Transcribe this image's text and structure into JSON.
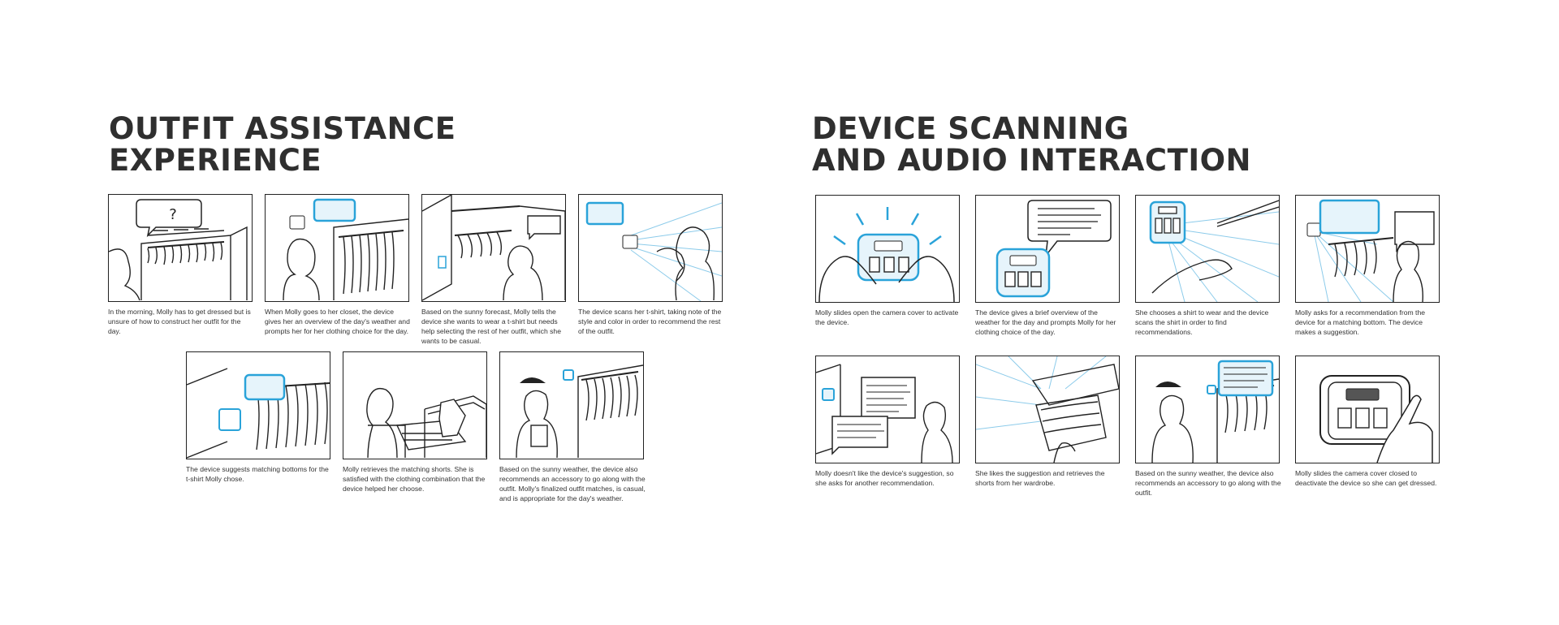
{
  "left": {
    "title": "OUTFIT ASSISTANCE\nEXPERIENCE",
    "panels": [
      {
        "caption": "In the morning, Molly has to get dressed but is unsure of how to construct her outfit for the day.",
        "bubble_text": "?"
      },
      {
        "caption": "When Molly goes to her closet, the device gives her an overview of the day's weather and prompts her for her clothing choice for the day."
      },
      {
        "caption": "Based on the sunny forecast, Molly tells the device she wants to wear a t-shirt but needs help selecting the rest of her outfit, which she wants to be casual."
      },
      {
        "caption": "The device scans her t-shirt, taking note of the style and color in order to recommend the rest of the outfit."
      },
      {
        "caption": "The device suggests matching bottoms for the t-shirt Molly chose."
      },
      {
        "caption": "Molly retrieves the matching shorts. She is satisfied with the clothing combination that the device helped her choose."
      },
      {
        "caption": "Based on the sunny weather, the device also recommends an accessory to go along with the outfit. Molly's finalized outfit matches, is casual, and is appropriate for the day's weather."
      }
    ]
  },
  "right": {
    "title": "DEVICE SCANNING\nAND AUDIO INTERACTION",
    "panels": [
      {
        "caption": "Molly slides open the camera cover to activate the device."
      },
      {
        "caption": "The device gives a brief overview of the weather for the day and prompts Molly for her clothing choice of the day."
      },
      {
        "caption": "She chooses a shirt to wear and the device scans the shirt in order to find recommendations."
      },
      {
        "caption": "Molly asks for a recommendation from the device for a matching bottom. The device makes a suggestion."
      },
      {
        "caption": "Molly doesn't like the device's suggestion, so she asks for another recommendation."
      },
      {
        "caption": "She likes the suggestion and retrieves the shorts from her wardrobe."
      },
      {
        "caption": "Based on the sunny weather, the device also recommends an accessory to go along with the outfit."
      },
      {
        "caption": "Molly slides the camera cover closed to deactivate the device so she can get dressed."
      }
    ]
  },
  "colors": {
    "ink": "#222222",
    "accent": "#2aa3d9",
    "text": "#333333"
  }
}
